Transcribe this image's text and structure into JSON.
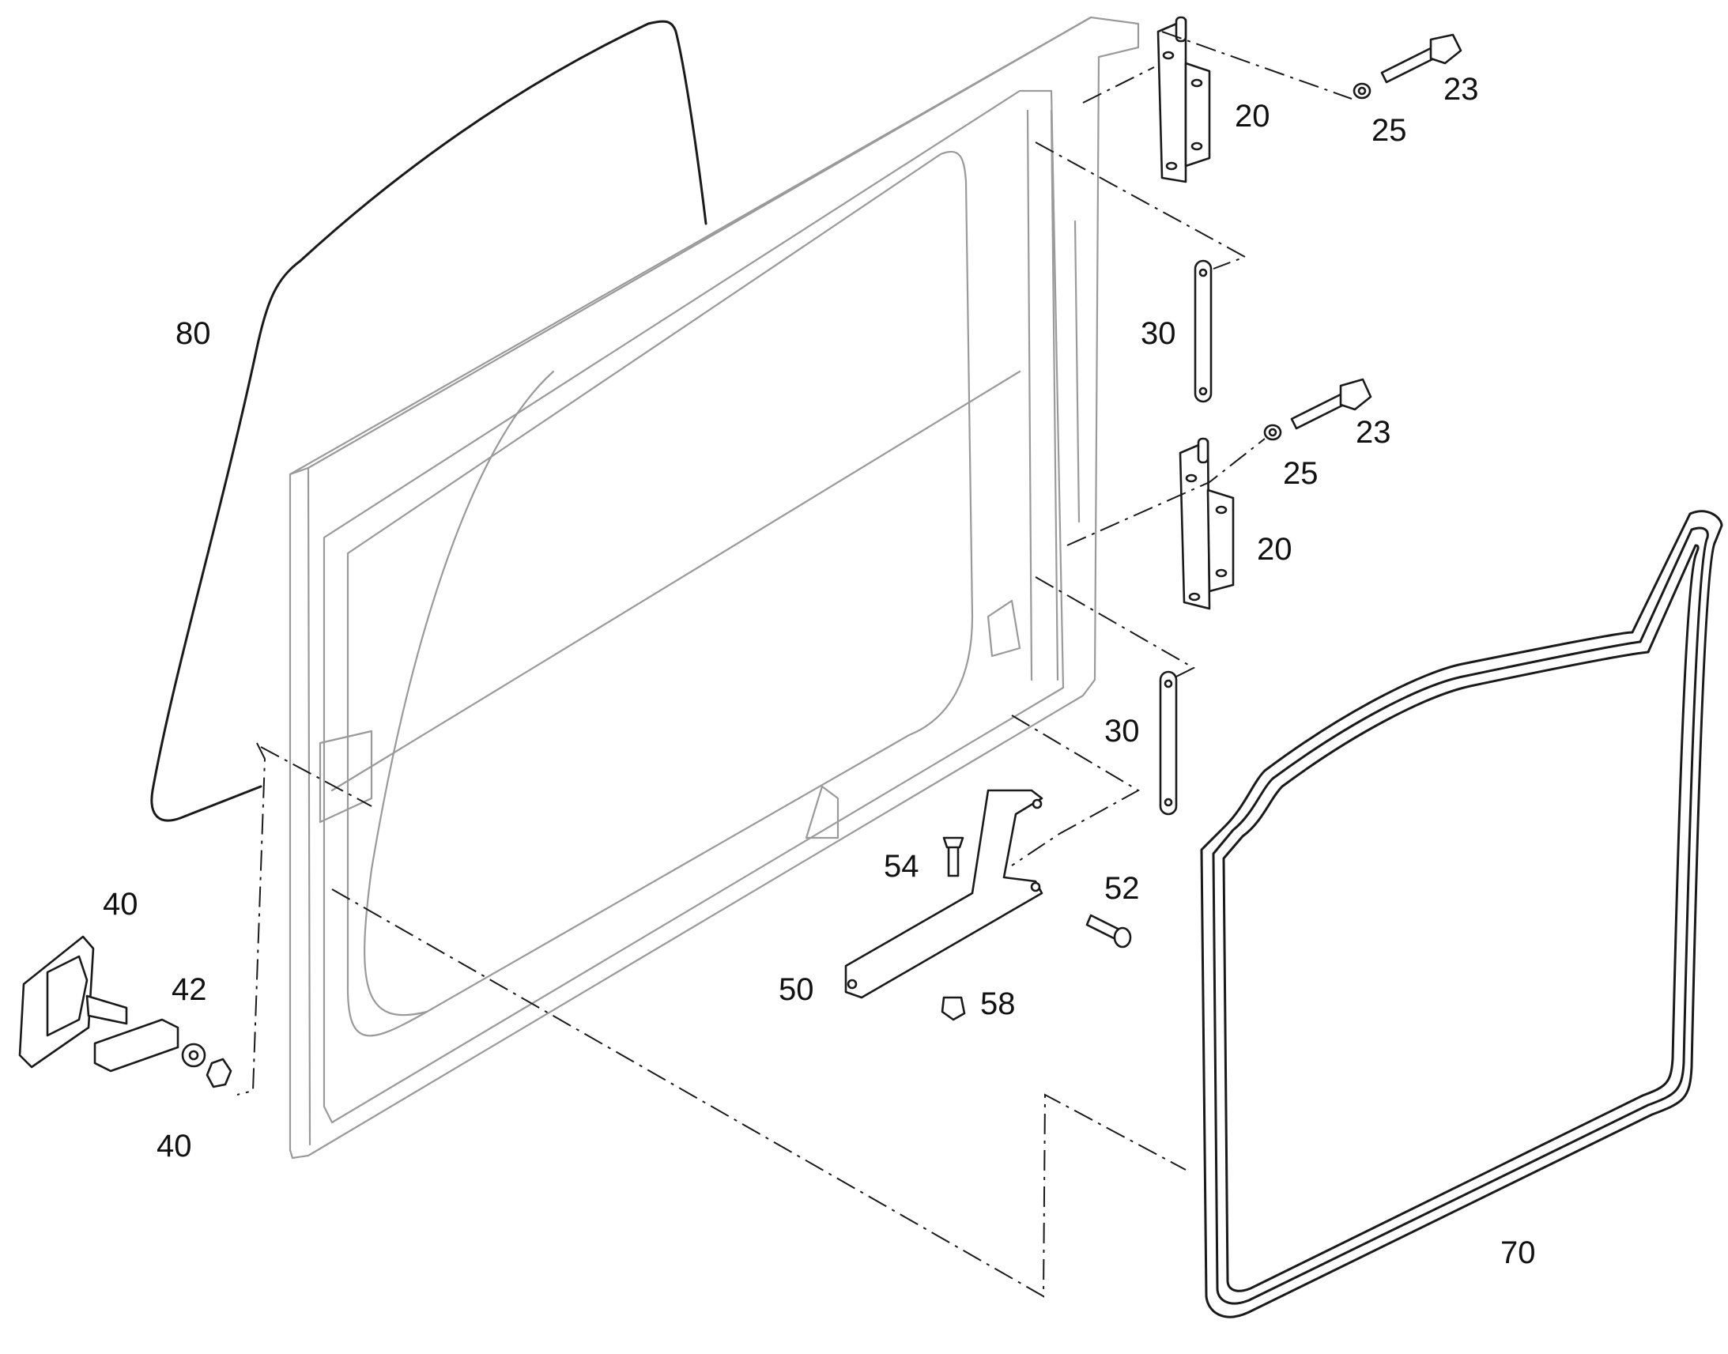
{
  "diagram": {
    "callouts": [
      {
        "id": "glass",
        "text": "80"
      },
      {
        "id": "hinge-top",
        "text": "20"
      },
      {
        "id": "washer-top",
        "text": "25"
      },
      {
        "id": "bolt-top",
        "text": "23"
      },
      {
        "id": "strap-top",
        "text": "30"
      },
      {
        "id": "bolt-mid",
        "text": "23"
      },
      {
        "id": "washer-mid",
        "text": "25"
      },
      {
        "id": "hinge-bottom",
        "text": "20"
      },
      {
        "id": "strap-bottom",
        "text": "30"
      },
      {
        "id": "latch-top",
        "text": "40"
      },
      {
        "id": "cam",
        "text": "42"
      },
      {
        "id": "latch-bottom",
        "text": "40"
      },
      {
        "id": "stud",
        "text": "54"
      },
      {
        "id": "screw",
        "text": "52"
      },
      {
        "id": "bracket",
        "text": "50"
      },
      {
        "id": "nut",
        "text": "58"
      },
      {
        "id": "seal",
        "text": "70"
      }
    ]
  }
}
